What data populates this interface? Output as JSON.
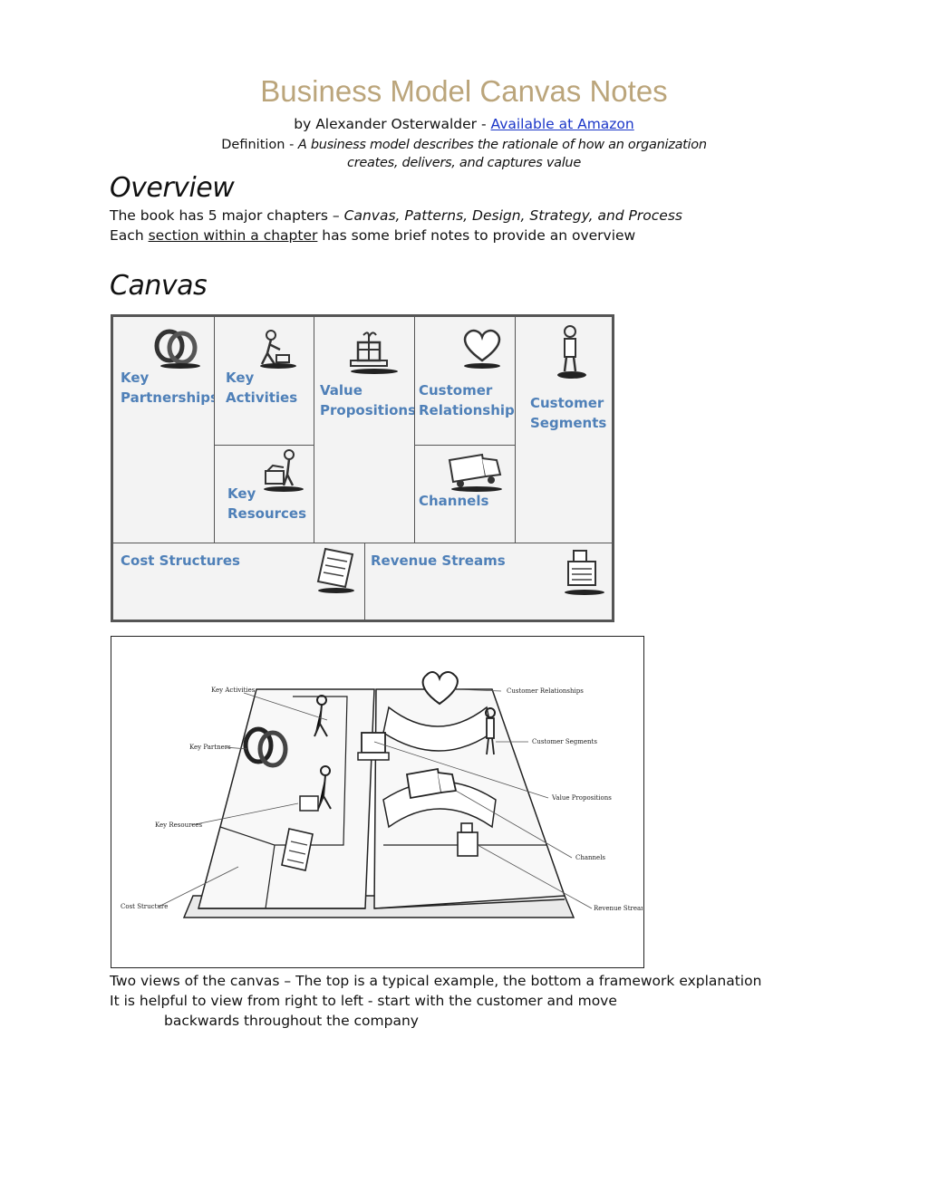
{
  "header": {
    "title": "Business Model Canvas Notes",
    "byline_prefix": "by Alexander Osterwalder - ",
    "byline_link": "Available at Amazon",
    "definition_prefix": "Definition - ",
    "definition_line1": "A business model describes the rationale of how an organization",
    "definition_line2": "creates, delivers, and captures value"
  },
  "overview": {
    "heading": "Overview",
    "line1_prefix": "The book has 5 major chapters – ",
    "line1_italic": "Canvas, Patterns, Design, Strategy, and Process",
    "line2_prefix": "Each ",
    "line2_underlined": "section within a chapter",
    "line2_suffix": " has some brief notes to provide an overview"
  },
  "canvas": {
    "heading": "Canvas",
    "blocks": {
      "key_partnerships": [
        "Key",
        "Partnerships"
      ],
      "key_activities": [
        "Key",
        "Activities"
      ],
      "value_propositions": [
        "Value",
        "Propositions"
      ],
      "customer_relationships": [
        "Customer",
        "Relationships"
      ],
      "customer_segments": [
        "Customer",
        "Segments"
      ],
      "key_resources": [
        "Key",
        "Resources"
      ],
      "channels": [
        "Channels"
      ],
      "cost_structures": [
        "Cost Structures"
      ],
      "revenue_streams": [
        "Revenue Streams"
      ]
    },
    "framework_labels": {
      "key_activities": "Key Activities",
      "key_partners": "Key Partners",
      "key_resources": "Key Resources",
      "cost_structure": "Cost Structure",
      "customer_relationships": "Customer Relationships",
      "customer_segments": "Customer Segments",
      "value_propositions": "Value Propositions",
      "channels": "Channels",
      "revenue_streams": "Revenue Streams"
    },
    "caption_line1": "Two views of the canvas – The top is a typical example, the bottom a framework explanation",
    "caption_line2": "It is helpful to view from right to left - start with the customer and move",
    "caption_line3": "backwards throughout the company"
  },
  "colors": {
    "title": "#bba57b",
    "link": "#1a36c8",
    "canvas_label": "#4f80b8"
  }
}
